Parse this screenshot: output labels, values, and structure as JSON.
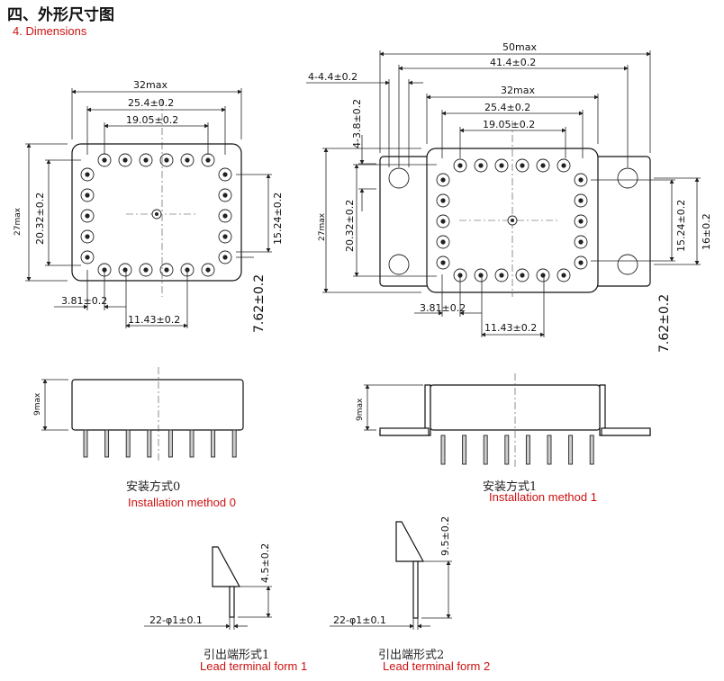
{
  "header": {
    "title_cn": "四、外形尺寸图",
    "title_en": "4. Dimensions"
  },
  "method0": {
    "dim_width_max": "32max",
    "dim_pin_span": "25.4±0.2",
    "dim_inner_span": "19.05±0.2",
    "dim_height_max": "27max",
    "dim_row_span": "20.32±0.2",
    "dim_col_span": "15.24±0.2",
    "dim_offset": "3.81±0.2",
    "dim_center": "11.43±0.2",
    "dim_pitch": "7.62±0.2",
    "dim_thickness": "9max",
    "caption_cn": "安装方式0",
    "caption_en": "Installation method 0"
  },
  "method1": {
    "dim_total_max": "50max",
    "dim_hole_span": "41.4±0.2",
    "dim_hole_diameter": "4-4.4±0.2",
    "dim_hole_pitch": "4-3.8±0.2",
    "dim_width_max": "32max",
    "dim_pin_span": "25.4±0.2",
    "dim_inner_span": "19.05±0.2",
    "dim_height_max": "27max",
    "dim_row_span": "20.32±0.2",
    "dim_col_span": "15.24±0.2",
    "dim_flange": "16±0.2",
    "dim_offset": "3.81±0.2",
    "dim_center": "11.43±0.2",
    "dim_pitch": "7.62±0.2",
    "dim_thickness": "9max",
    "caption_cn": "安装方式1",
    "caption_en": "Installation method 1"
  },
  "lead1": {
    "dim_length": "4.5±0.2",
    "dim_diameter": "22-φ1±0.1",
    "caption_cn": "引出端形式1",
    "caption_en": "Lead terminal form 1"
  },
  "lead2": {
    "dim_length": "9.5±0.2",
    "dim_diameter": "22-φ1±0.1",
    "caption_cn": "引出端形式2",
    "caption_en": "Lead terminal form 2"
  }
}
